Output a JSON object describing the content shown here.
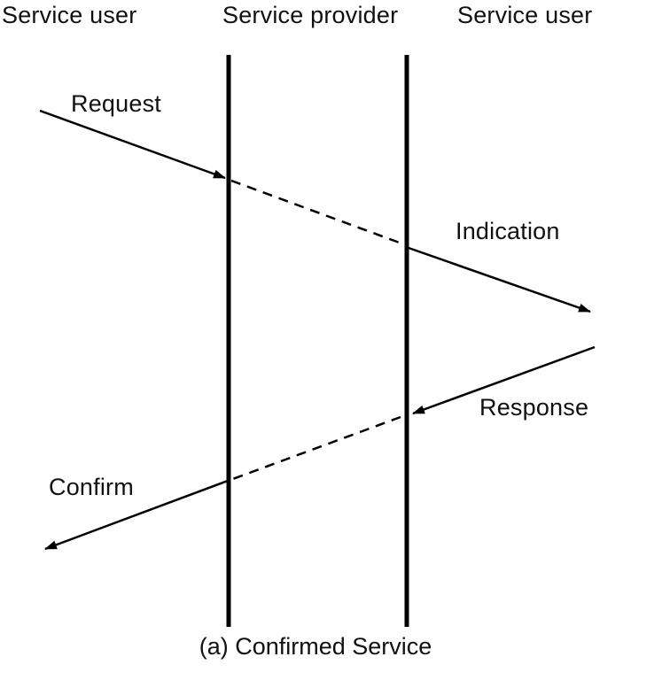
{
  "diagram": {
    "type": "sequence-diagram",
    "headers": {
      "left": "Service user",
      "center": "Service provider",
      "right": "Service user"
    },
    "primitives": {
      "request": "Request",
      "indication": "Indication",
      "response": "Response",
      "confirm": "Confirm"
    },
    "caption": "(a) Confirmed Service",
    "colors": {
      "line": "#000000",
      "text": "#111111",
      "background": "#ffffff"
    },
    "structure": {
      "lifelines": 2,
      "flow": [
        "Request: left user -> provider (solid arrow), dashed across provider",
        "Indication: provider -> right user (solid arrow)",
        "Response: right user -> provider (solid arrow), dashed across provider",
        "Confirm: provider -> left user (solid arrow)"
      ]
    }
  }
}
